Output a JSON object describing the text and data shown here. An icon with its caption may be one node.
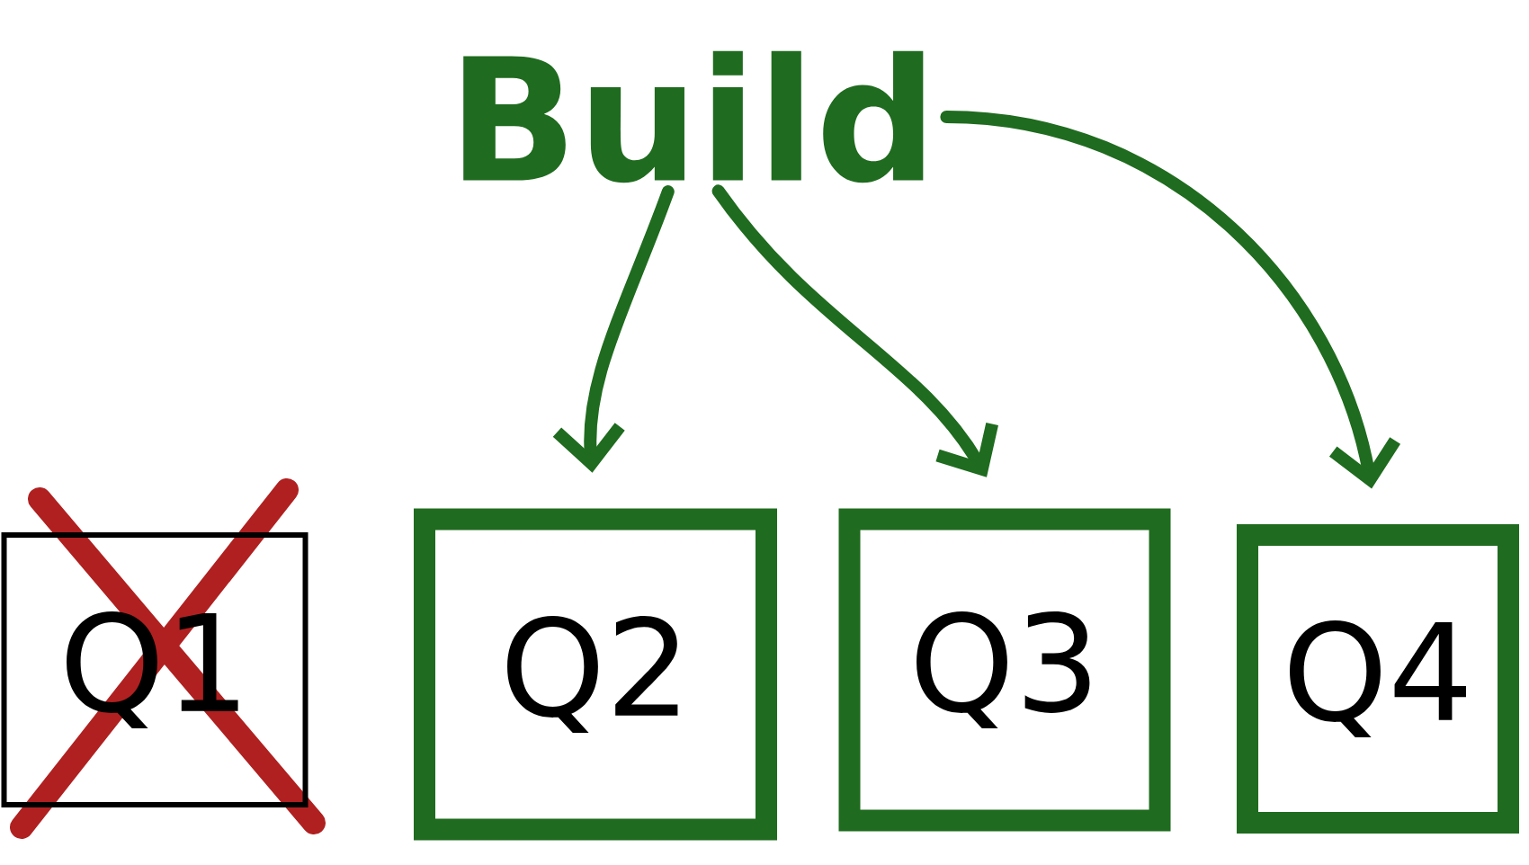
{
  "diagram": {
    "nodes": [
      {
        "text": [
          "Build"
        ]
      },
      {
        "text": [
          "Q1"
        ]
      },
      {
        "text": [
          "Q2"
        ]
      },
      {
        "text": [
          "Q3"
        ]
      },
      {
        "text": [
          "Q4"
        ]
      }
    ],
    "edges": [
      {
        "from": 0,
        "to": 2,
        "arrow": "to"
      },
      {
        "from": 0,
        "to": 3,
        "arrow": "to"
      },
      {
        "from": 0,
        "to": 4,
        "arrow": "to"
      }
    ]
  }
}
